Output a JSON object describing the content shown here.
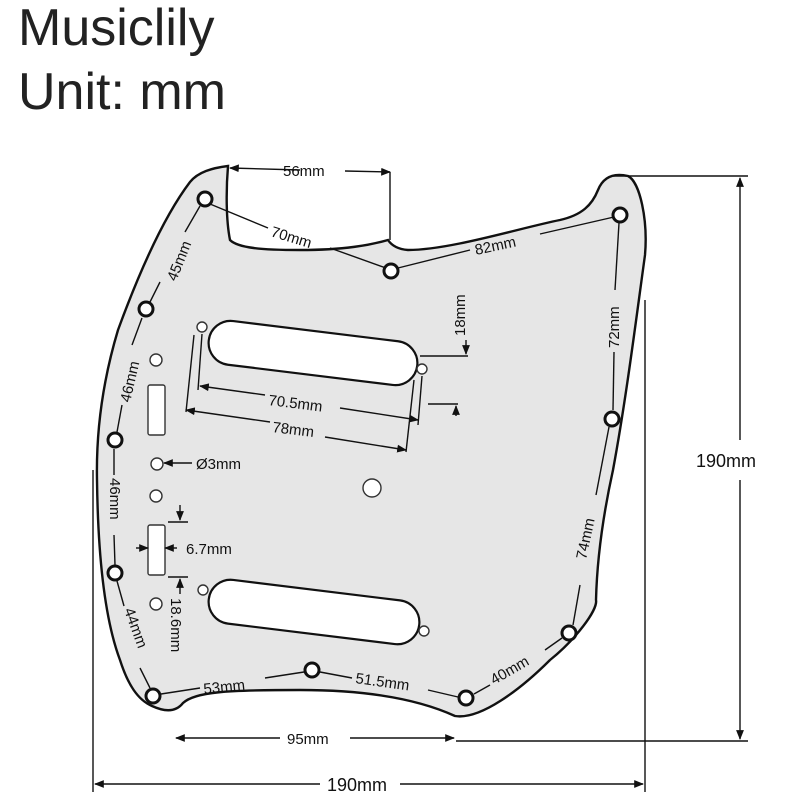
{
  "header": {
    "brand": "Musiclily",
    "unit": "Unit: mm"
  },
  "colors": {
    "plate": "#e6e6e6",
    "outline": "#111111",
    "text": "#111111"
  },
  "dimensions": {
    "top_gap": "56mm",
    "screw_70": "70mm",
    "screw_82": "82mm",
    "screw_45": "45mm",
    "screw_46": "46mm",
    "screw_46b": "46mm",
    "screw_44": "44mm",
    "screw_53": "53mm",
    "screw_51_5": "51.5mm",
    "screw_40": "40mm",
    "screw_72": "72mm",
    "screw_74": "74mm",
    "pickup_height": "18mm",
    "pickup_inner": "70.5mm",
    "pickup_outer": "78mm",
    "hole_dia": "Ø3mm",
    "slot_width": "6.7mm",
    "slot_length": "18.6mm",
    "bottom_gap": "95mm",
    "height": "190mm",
    "width": "190mm"
  }
}
